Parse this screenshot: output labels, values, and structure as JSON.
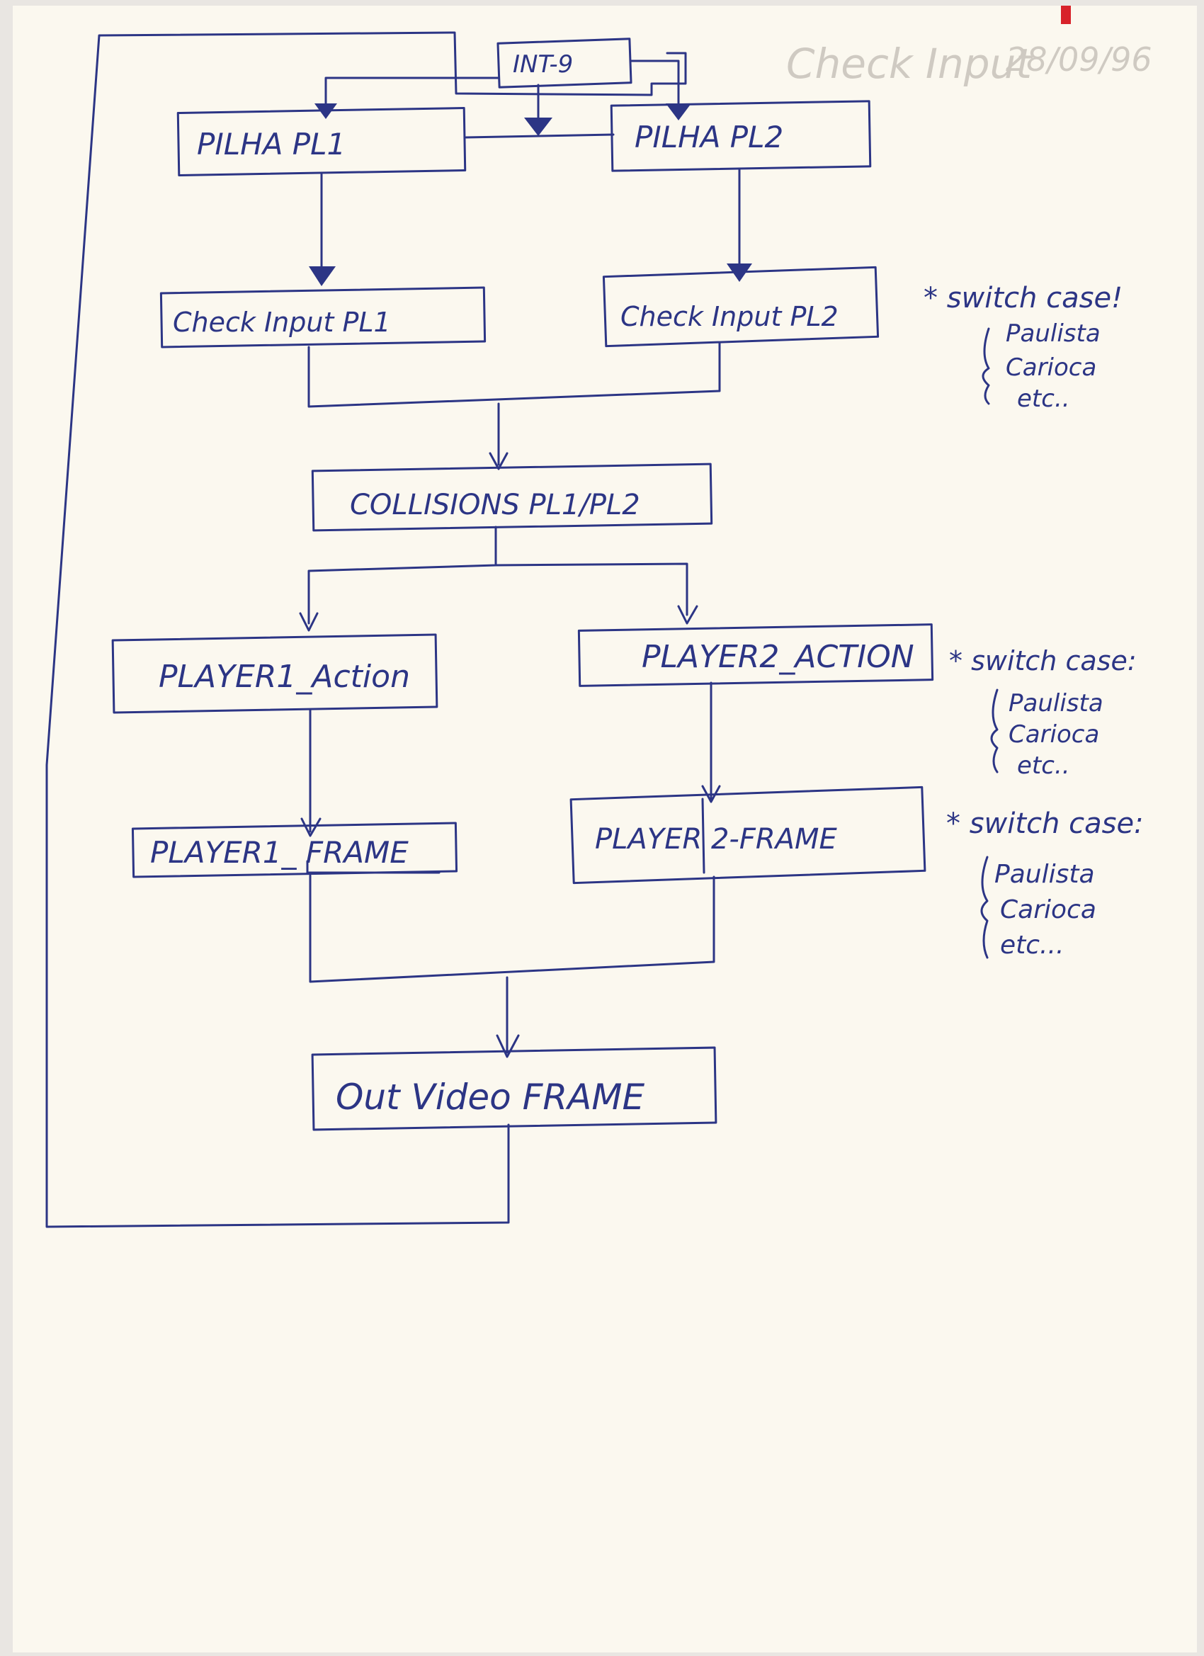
{
  "diagram": {
    "nodes": {
      "int9": "INT-9",
      "pilha_pl1": "PILHA PL1",
      "pilha_pl2": "PILHA PL2",
      "check_pl1": "Check Input PL1",
      "check_pl2": "Check Input PL2",
      "collisions": "COLLISIONS PL1/PL2",
      "player1_action": "PLAYER1_Action",
      "player2_action": "PLAYER2_ACTION",
      "player1_frame": "PLAYER1_ FRAME",
      "player2_frame": "PLAYER 2-FRAME",
      "out_video": "Out Video FRAME"
    },
    "notes": [
      {
        "title": "* switch case!",
        "items": [
          "Paulista",
          "Carioca",
          "etc.."
        ]
      },
      {
        "title": "* switch case:",
        "items": [
          "Paulista",
          "Carioca",
          "etc.."
        ]
      },
      {
        "title": "* switch case:",
        "items": [
          "Paulista",
          "Carioca",
          "etc..."
        ]
      }
    ],
    "bleed_through": {
      "heading": "Check Input",
      "date": "28/09/96"
    }
  },
  "colors": {
    "ink": "#2c3585",
    "paper": "#fbf8ef",
    "background": "#e9e6e2",
    "bleed": "#cfcac2",
    "tab": "#d8222a"
  }
}
